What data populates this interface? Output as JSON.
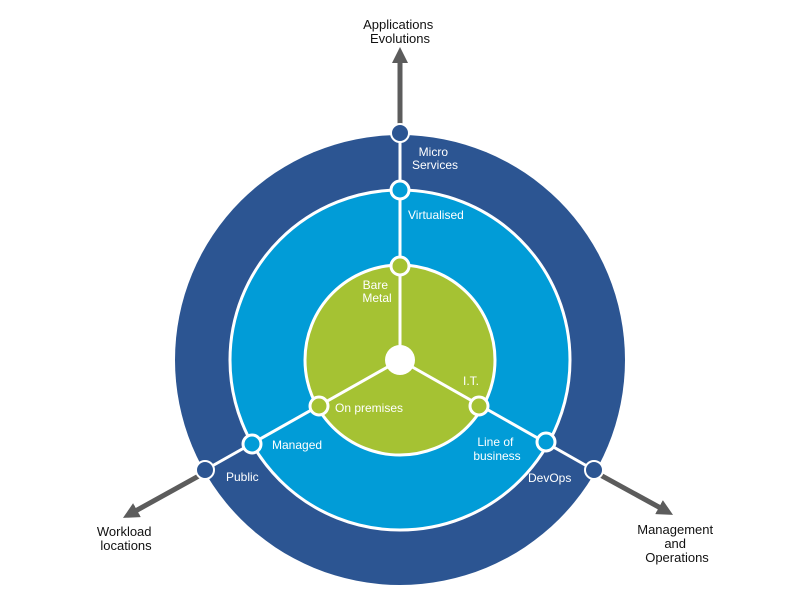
{
  "axes": {
    "top": [
      "Applications",
      "Evolutions"
    ],
    "left": [
      "Workload",
      "locations"
    ],
    "right": [
      "Management",
      "and",
      "Operations"
    ]
  },
  "labels": {
    "outer_top": [
      "Micro",
      "Services"
    ],
    "outer_left": "Public",
    "outer_right": "DevOps",
    "middle_top": "Virtualised",
    "middle_left": "Managed",
    "middle_right": [
      "Line of",
      "business"
    ],
    "inner_top": [
      "Bare",
      "Metal"
    ],
    "inner_left": "On premises",
    "inner_right": "I.T."
  },
  "colors": {
    "outer_ring": "#2c5592",
    "middle_ring": "#019cd7",
    "inner_circle": "#a5c233",
    "axis_arrow": "#5c5c5c",
    "node_outer": "#2c5592",
    "node_middle": "#019cd7",
    "node_inner": "#a5c233",
    "ring_border": "#ffffff"
  }
}
